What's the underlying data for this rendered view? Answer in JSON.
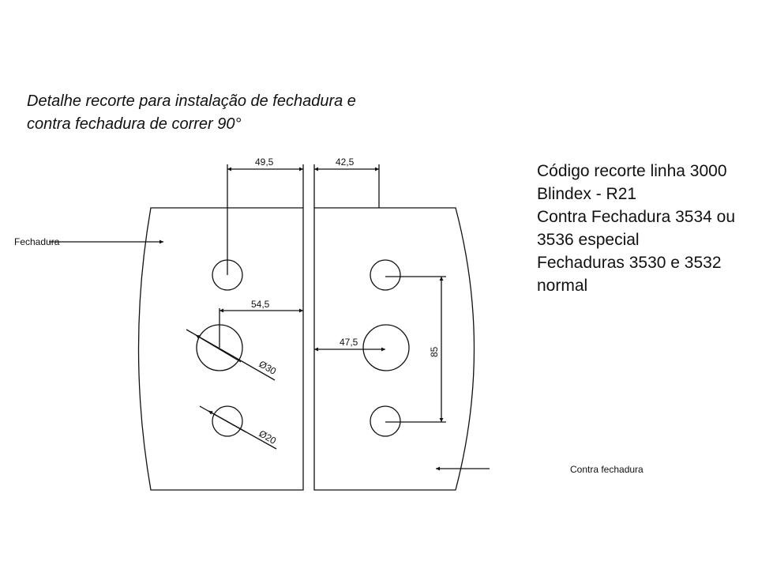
{
  "title": {
    "line1": "Detalhe recorte para instalação de fechadura e",
    "line2": "contra fechadura de correr 90°"
  },
  "info": {
    "lines": [
      "Código recorte linha 3000",
      "Blindex - R21",
      "Contra Fechadura 3534 ou",
      "3536 especial",
      "Fechaduras 3530 e 3532",
      "normal"
    ]
  },
  "labels": {
    "lock": "Fechadura",
    "strike": "Contra fechadura"
  },
  "dimensions": {
    "left_top": "49,5",
    "right_top": "42,5",
    "left_mid": "54,5",
    "right_mid": "47,5",
    "vertical": "85",
    "dia_big": "Ø30",
    "dia_small": "Ø20"
  }
}
